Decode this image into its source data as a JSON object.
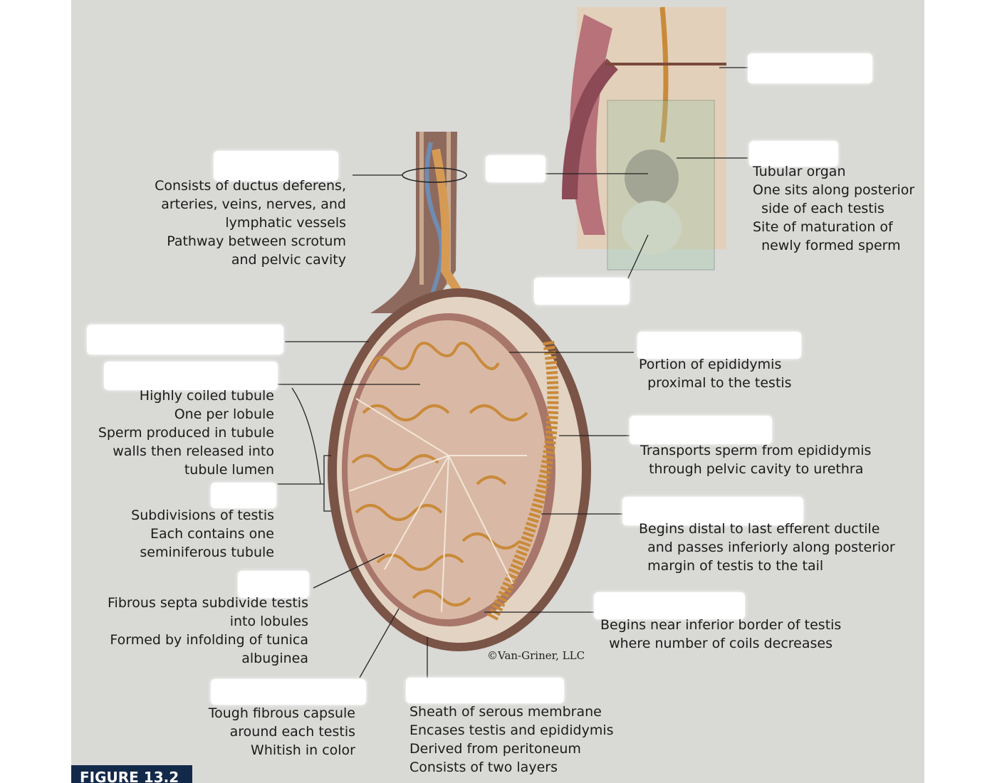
{
  "figure_label": "FIGURE 13.2",
  "credit": "©Van-Griner, LLC",
  "labels": {
    "spermatic_cord": "Consists of ductus deferens,\narteries, veins, nerves, and\nlymphatic vessels\nPathway between scrotum\nand pelvic cavity",
    "epididymis": "Tubular organ\nOne sits along posterior\n  side of each testis\nSite of maturation of\n  newly formed sperm",
    "seminiferous_tubule": "Highly coiled tubule\nOne per lobule\nSperm produced in tubule\nwalls then released into\ntubule lumen",
    "head_epididymis": "Portion of epididymis\n  proximal to the testis",
    "ductus_deferens": "Transports sperm from epididymis\n  through pelvic cavity to urethra",
    "lobules": "Subdivisions of testis\nEach contains one\nseminiferous tubule",
    "body_epididymis": "Begins distal to last efferent ductile\n  and passes inferiorly along posterior\n  margin of testis to the tail",
    "septa": "Fibrous septa subdivide testis\ninto lobules\nFormed by infolding of tunica\nalbuginea",
    "tail_epididymis": "Begins near inferior border of testis\n  where number of coils decreases",
    "tunica_albuginea": "Tough fibrous capsule\naround each testis\nWhitish in color",
    "tunica_vaginalis": "Sheath of serous membrane\nEncases testis and epididymis\nDerived from peritoneum\nConsists of two layers"
  },
  "colors": {
    "background": "#d9d9d6",
    "tubule": "#c98a3a",
    "capsule": "#8a5a4a",
    "inset_box": "#9fc9a8",
    "figure_tab": "#13294a"
  }
}
